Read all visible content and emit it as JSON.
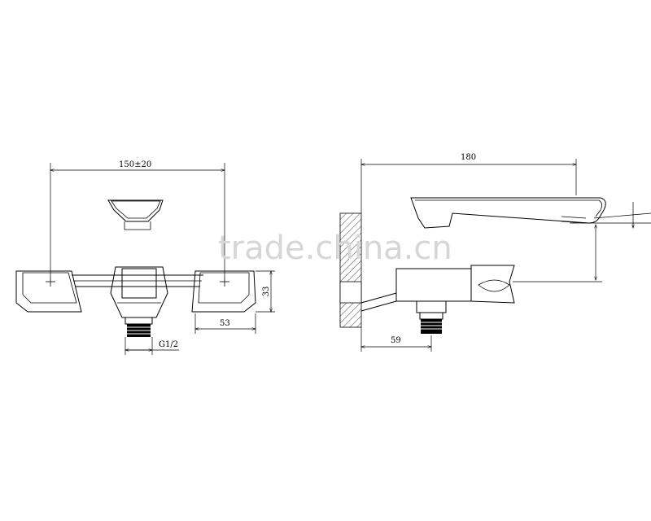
{
  "front_view": {
    "dim_width": "150±20",
    "dim_height": "33",
    "dim_offset": "53",
    "dim_thread": "G1/2"
  },
  "side_view": {
    "dim_spout_length": "180",
    "dim_base": "59"
  },
  "watermark": "trade.china.cn"
}
